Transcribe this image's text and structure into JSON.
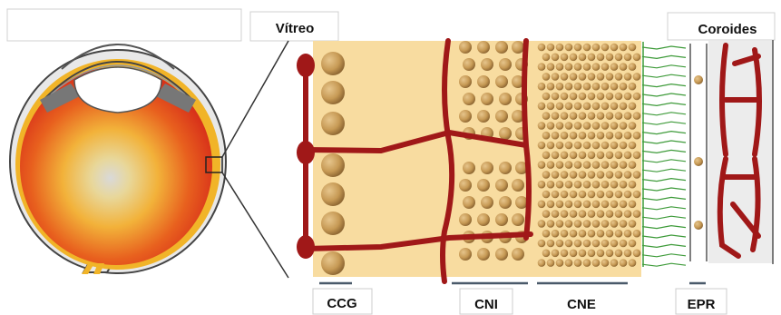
{
  "labels": {
    "vitreous": "Vítreo",
    "choroid": "Coroides",
    "gcl": "CCG",
    "inl": "CNI",
    "onl": "CNE",
    "rpe": "EPR"
  },
  "colors": {
    "retina_band": "#f8dca0",
    "cell_body": "#c79a55",
    "cell_body_dark": "#8a6330",
    "vessel": "#a01818",
    "photoreceptor": "#3e9b3a",
    "choroid_band": "#ececec",
    "layer_marker": "#4a5a6a"
  },
  "icons": {
    "eye": "eye-cross-section-icon"
  }
}
